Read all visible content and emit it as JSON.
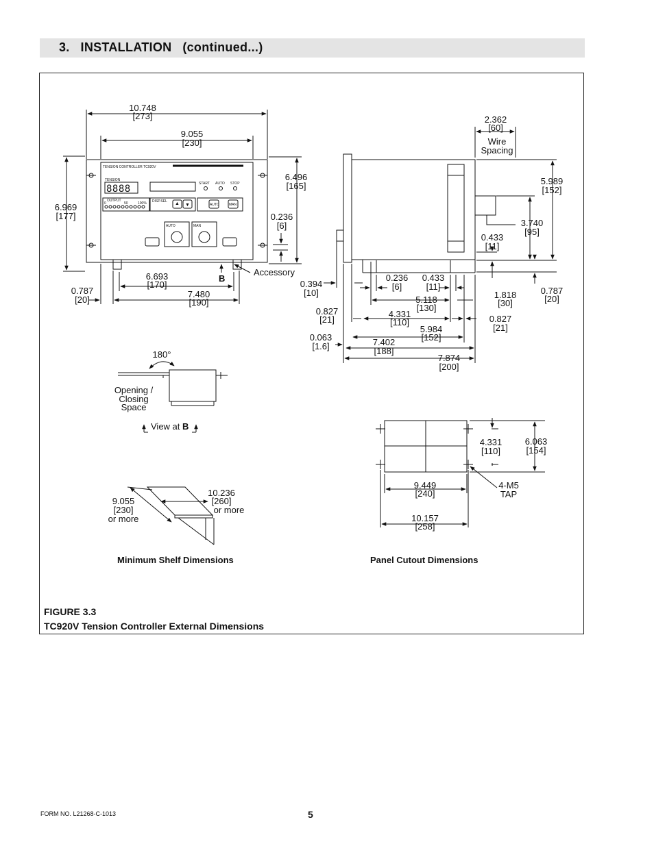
{
  "header": {
    "title": "3.   INSTALLATION   (continued...)"
  },
  "figure": {
    "number": "FIGURE 3.3",
    "title": "TC920V Tension Controller External Dimensions"
  },
  "front_view": {
    "panel_label": "TENSION CONTROLLER TC920V",
    "tension_label": "TENSION",
    "display_digits": "8888",
    "start_label": "START",
    "auto_label": "AUTO",
    "stop_label": "STOP",
    "output_label": "OUTPUT",
    "scale_0": "0",
    "scale_50": "50",
    "scale_100": "100%",
    "dispsel_label": "DISP.SEL",
    "btn_auto": "AUTO",
    "btn_man": "MAN",
    "knob_auto": "AUTO",
    "knob_man": "MAN",
    "accessory": "Accessory",
    "b_marker": "B",
    "dims": {
      "overall_width": "10.748",
      "overall_width_mm": "[273]",
      "inner_width": "9.055",
      "inner_width_mm": "[230]",
      "height": "6.969",
      "height_mm": "[177]",
      "panel_height": "6.496",
      "panel_height_mm": "[165]",
      "offset": "0.236",
      "offset_mm": "[6]",
      "mount_6693": "6.693",
      "mount_6693_mm": "[170]",
      "left_edge": "0.787",
      "left_edge_mm": "[20]",
      "base_width": "7.480",
      "base_width_mm": "[190]"
    }
  },
  "side_view": {
    "wire_spacing": "2.362",
    "wire_spacing_mm": "[60]",
    "wire_label_1": "Wire",
    "wire_label_2": "Spacing",
    "d5989": "5.989",
    "d5989_mm": "[152]",
    "d3740": "3.740",
    "d3740_mm": "[95]",
    "d0433a": "0.433",
    "d0433a_mm": "[11]",
    "d0787": "0.787",
    "d0787_mm": "[20]",
    "d1818": "1.818",
    "d1818_mm": "[30]",
    "d0394": "0.394",
    "d0394_mm": "[10]",
    "d0236": "0.236",
    "d0236_mm": "[6]",
    "d0433b": "0.433",
    "d0433b_mm": "[11]",
    "d5118": "5.118",
    "d5118_mm": "[130]",
    "d0827a": "0.827",
    "d0827a_mm": "[21]",
    "d4331": "4.331",
    "d4331_mm": "[110]",
    "d0827b": "0.827",
    "d0827b_mm": "[21]",
    "d5984": "5.984",
    "d5984_mm": "[152]",
    "d0063": "0.063",
    "d0063_mm": "[1.6]",
    "d7402": "7.402",
    "d7402_mm": "[188]",
    "d7874": "7.874",
    "d7874_mm": "[200]"
  },
  "opening": {
    "angle": "180°",
    "label_1": "Opening /",
    "label_2": "Closing",
    "label_3": "Space",
    "view_at": "View at",
    "view_b": "B"
  },
  "shelf": {
    "depth": "9.055",
    "depth_mm": "[230]",
    "depth_more": "or more",
    "width": "10.236",
    "width_mm": "[260]",
    "width_more": "or more",
    "caption": "Minimum Shelf Dimensions"
  },
  "cutout": {
    "height": "4.331",
    "height_mm": "[110]",
    "outer_height": "6.063",
    "outer_height_mm": "[154]",
    "width": "9.449",
    "width_mm": "[240]",
    "tap_1": "4-M5",
    "tap_2": "TAP",
    "outer_width": "10.157",
    "outer_width_mm": "[258]",
    "caption": "Panel Cutout Dimensions"
  },
  "footer": {
    "form_no": "FORM NO. L21268-C-1013",
    "page": "5"
  }
}
